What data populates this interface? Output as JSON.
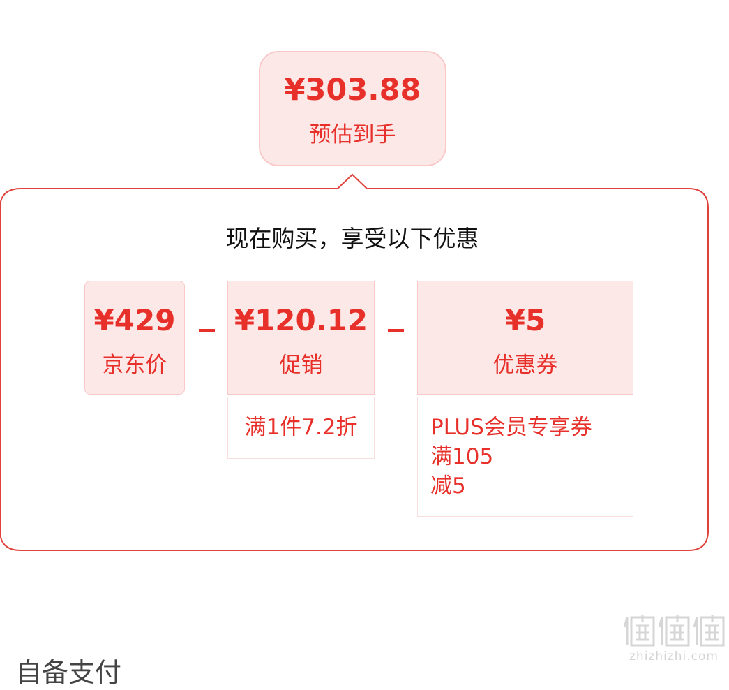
{
  "summary": {
    "price": "¥303.88",
    "caption": "预估到手"
  },
  "headline": "现在购买，享受以下优惠",
  "breakdown": {
    "jd_price": {
      "amount": "¥429",
      "label": "京东价"
    },
    "operator_1": "−",
    "promotion": {
      "amount": "¥120.12",
      "label": "促销",
      "detail": "满1件7.2折"
    },
    "operator_2": "−",
    "coupon": {
      "amount": "¥5",
      "label": "优惠券",
      "detail_lines": [
        "PLUS会员专享券",
        "满105",
        "减5"
      ]
    }
  },
  "bottom_text": "自备支付",
  "watermark": {
    "text": "zhizhizhi.com"
  },
  "colors": {
    "accent": "#e8302a",
    "box_fill": "#fde8e8",
    "box_border": "#f9c9c9",
    "headline": "#111111"
  }
}
